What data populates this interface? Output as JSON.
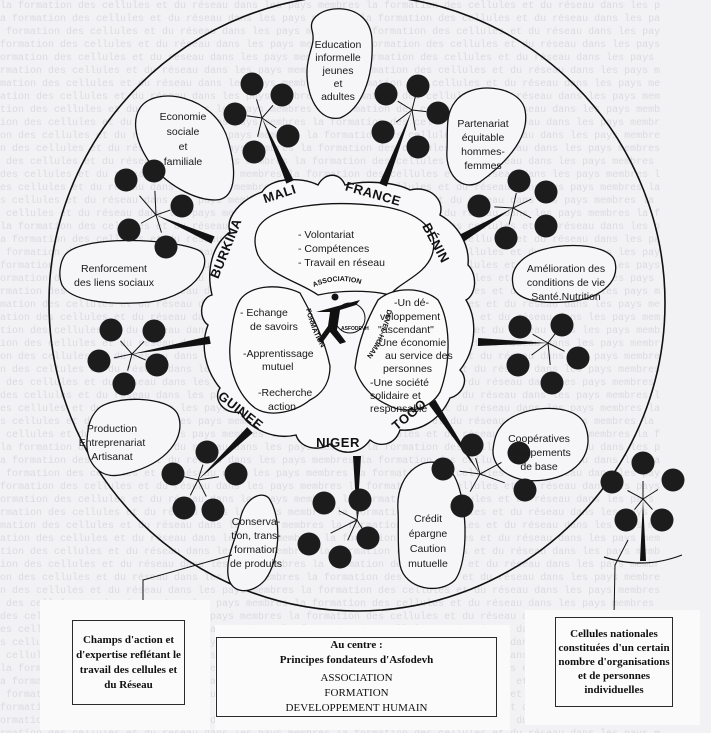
{
  "diagram": {
    "title": "Réseau Asfodevh",
    "colors": {
      "line": "#111111",
      "dot": "#1c1c1c",
      "paper": "#f2f2f5"
    },
    "center": {
      "ring_labels": [
        "ASSOCIATION",
        "FORMATION",
        "DEVEL-HUMAN"
      ],
      "logo_caption": "ASFODEVH",
      "petal_top": [
        "- Volontariat",
        "- Compétences",
        "- Travail en réseau"
      ],
      "petal_left": [
        "- Echange",
        "de savoirs",
        "-Apprentissage",
        "mutuel",
        "-Recherche",
        "action"
      ],
      "petal_right": [
        "-Un dé-",
        "veloppement",
        "\"ascendant\"",
        "-Une économie",
        "au service des",
        "personnes",
        "-Une société",
        "solidaire et",
        "responsable"
      ]
    },
    "countries": [
      "MALI",
      "FRANCE",
      "BÉNIN",
      "TOGO",
      "NIGER",
      "GUINEE",
      "BURKINA"
    ],
    "fields": [
      {
        "lines": [
          "Education",
          "informelle",
          "jeunes",
          "et",
          "adultes"
        ]
      },
      {
        "lines": [
          "Partenariat",
          "équitable",
          "hommes-",
          "femmes"
        ]
      },
      {
        "lines": [
          "Amélioration des",
          "conditions de vie",
          "Santé.Nutrition"
        ]
      },
      {
        "lines": [
          "Coopératives",
          "Groupements",
          "de base"
        ]
      },
      {
        "lines": [
          "Crédit",
          "épargne",
          "Caution",
          "mutuelle"
        ]
      },
      {
        "lines": [
          "Conserva-",
          "tion, trans-",
          "formation",
          "de produits"
        ]
      },
      {
        "lines": [
          "Production",
          "Entreprenariat",
          "Artisanat"
        ]
      },
      {
        "lines": [
          "Renforcement",
          "des liens sociaux"
        ]
      },
      {
        "lines": [
          "Economie",
          "sociale",
          "et",
          "familiale"
        ]
      }
    ],
    "legend": {
      "left": [
        "Champs d'action et",
        "d'expertise reflétant le",
        "travail des cellules et",
        "du Réseau"
      ],
      "center_title": [
        "Au centre :",
        "Principes fondateurs d'Asfodevh"
      ],
      "center_body": [
        "ASSOCIATION",
        "FORMATION",
        "DEVELOPPEMENT HUMAIN"
      ],
      "right": [
        "Cellules nationales",
        "constituées d'un certain",
        "nombre d'organisations",
        "et de personnes",
        "individuelles"
      ]
    }
  }
}
